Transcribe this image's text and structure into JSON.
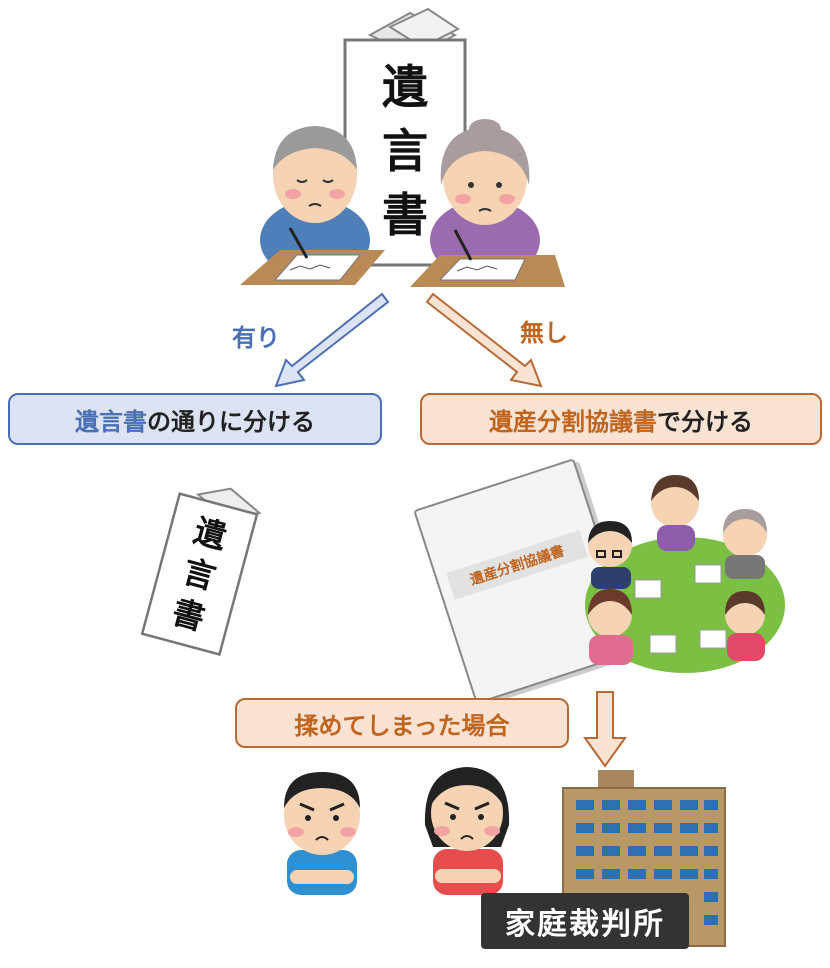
{
  "will_big": [
    "遺",
    "言",
    "書"
  ],
  "will_small": [
    "遺",
    "言",
    "書"
  ],
  "branch_yes": "有り",
  "branch_no": "無し",
  "box_yes": {
    "part1": "遺言書",
    "part2": "の通りに分ける"
  },
  "box_no": {
    "part1": "遺産分割協議書",
    "part2": "で分ける"
  },
  "agreement_doc_title": "遺産分割協議書",
  "dispute_label": "揉めてしまった場合",
  "court_label": "家庭裁判所",
  "colors": {
    "blue": "#4a6fb5",
    "orange": "#c0651f",
    "blue_fill": "#dbe3f4",
    "orange_fill": "#fae3d3"
  }
}
